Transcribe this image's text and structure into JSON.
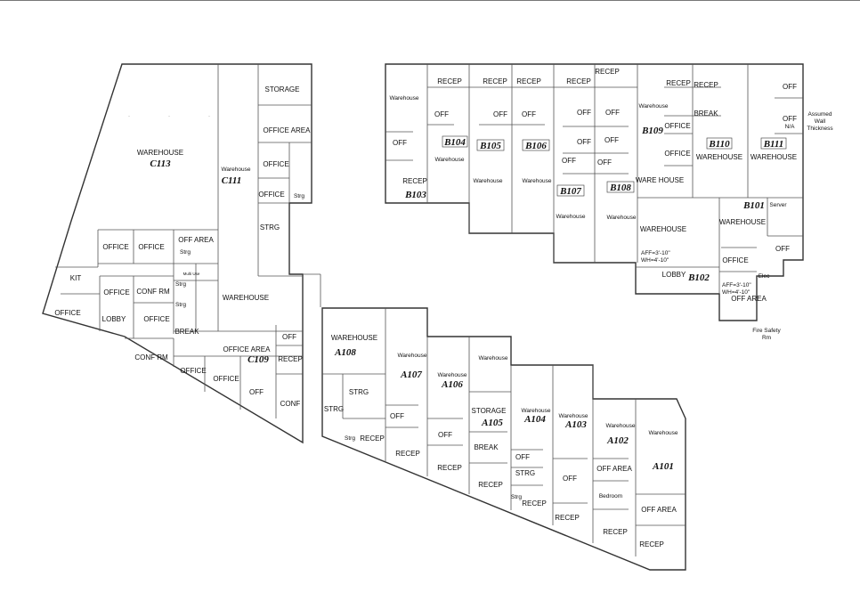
{
  "labels": {
    "warehouse_c113": "WAREHOUSE",
    "unit_c113": "C113",
    "storage_c": "STORAGE",
    "office_area_c": "OFFICE AREA",
    "warehouse_c111": "Warehouse",
    "unit_c111": "C111",
    "office_c1": "OFFICE",
    "office_c2": "OFFICE",
    "strg_c1": "Strg",
    "strg_c2": "STRG",
    "office_l1": "OFFICE",
    "office_l2": "OFFICE",
    "off_area_c": "OFF AREA",
    "strg_c3": "Strg",
    "kit": "KIT",
    "office_l3": "OFFICE",
    "conf_rm_1": "CONF RM",
    "strg_c4": "Strg",
    "strg_c5": "Strg",
    "multi_use": "Multi Use",
    "warehouse_c": "WAREHOUSE",
    "office_l4": "OFFICE",
    "lobby_c": "LOBBY",
    "office_l5": "OFFICE",
    "break_c": "BREAK",
    "office_area_c109": "OFFICE AREA",
    "unit_c109": "C109",
    "off_c": "OFF",
    "recep_c": "RECEP",
    "conf_rm_2": "CONF RM",
    "office_b1": "OFFICE",
    "office_b2": "OFFICE",
    "off_c2": "OFF",
    "conf": "CONF",
    "b_warehouse_1": "Warehouse",
    "b_recep_1": "RECEP",
    "b_off_1": "OFF",
    "b_off_2": "OFF",
    "unit_b104": "B104",
    "b_warehouse_2": "Warehouse",
    "b_recep_b103": "RECEP",
    "unit_b103": "B103",
    "b_recep_2": "RECEP",
    "b_recep_3": "RECEP",
    "b_off_3": "OFF",
    "b_off_4": "OFF",
    "unit_b105": "B105",
    "unit_b106": "B106",
    "b_warehouse_3": "Warehouse",
    "b_warehouse_4": "Warehouse",
    "b_recep_4": "RECEP",
    "b_recep_5": "RECEP",
    "b_off_5": "OFF",
    "b_off_6": "OFF",
    "b_off_7": "OFF",
    "b_off_8": "OFF",
    "b_off_9": "OFF",
    "b_off_10": "OFF",
    "unit_b107": "B107",
    "unit_b108": "B108",
    "b_warehouse_5": "Warehouse",
    "b_warehouse_6": "Warehouse",
    "b_recep_6": "RECEP",
    "b_recep_7": "RECEP",
    "b_warehouse_7": "Warehouse",
    "b_break": "BREAK",
    "unit_b109": "B109",
    "b_office_1": "OFFICE",
    "b_office_2": "OFFICE",
    "b_ware_house": "WARE HOUSE",
    "unit_b110": "B110",
    "b_warehouse_b110": "WAREHOUSE",
    "unit_b111": "B111",
    "b_warehouse_b111": "WAREHOUSE",
    "b_off_11": "OFF",
    "b_off_12": "OFF",
    "b_na": "N/A",
    "assumed_wall_1": "Assumed",
    "assumed_wall_2": "Wall",
    "assumed_wall_3": "Thickness",
    "unit_b101": "B101",
    "b_server": "Server",
    "b_warehouse_b101": "WAREHOUSE",
    "b_off_13": "OFF",
    "b_warehouse_8": "WAREHOUSE",
    "b_aff1": "AFF=3'-10\"",
    "b_wh1": "WH=4'-10\"",
    "b_office_3": "OFFICE",
    "b_elec": "Elec",
    "b_lobby": "LOBBY",
    "unit_b102": "B102",
    "b_aff2": "AFF=3'-10\"",
    "b_wh2": "WH=4'-10\"",
    "b_off_area": "OFF AREA",
    "b_fire_1": "Fire Safety",
    "b_fire_2": "Rm",
    "a_warehouse_a108": "WAREHOUSE",
    "unit_a108": "A108",
    "a_strg_1": "STRG",
    "a_strg_2": "STRG",
    "a_strg_3": "Strg",
    "a_recep_1": "RECEP",
    "a_warehouse_a107": "Warehouse",
    "unit_a107": "A107",
    "a_off_1": "OFF",
    "a_recep_2": "RECEP",
    "a_warehouse_a106": "Warehouse",
    "unit_a106": "A106",
    "a_off_2": "OFF",
    "a_recep_3": "RECEP",
    "a_warehouse_a105": "Warehouse",
    "a_storage": "STORAGE",
    "unit_a105": "A105",
    "a_break": "BREAK",
    "a_recep_4": "RECEP",
    "a_warehouse_a104": "Warehouse",
    "unit_a104": "A104",
    "a_off_3": "OFF",
    "a_strg_4": "STRG",
    "a_strg_5": "Strg",
    "a_recep_5": "RECEP",
    "a_warehouse_a103": "Warehouse",
    "unit_a103": "A103",
    "a_off_4": "OFF",
    "a_recep_6": "RECEP",
    "a_warehouse_a102": "Warehouse",
    "unit_a102": "A102",
    "a_off_area_1": "OFF AREA",
    "a_bedroom": "Bedroom",
    "a_recep_7": "RECEP",
    "a_warehouse_a101": "Warehouse",
    "unit_a101": "A101",
    "a_off_area_2": "OFF AREA",
    "a_recep_8": "RECEP"
  }
}
